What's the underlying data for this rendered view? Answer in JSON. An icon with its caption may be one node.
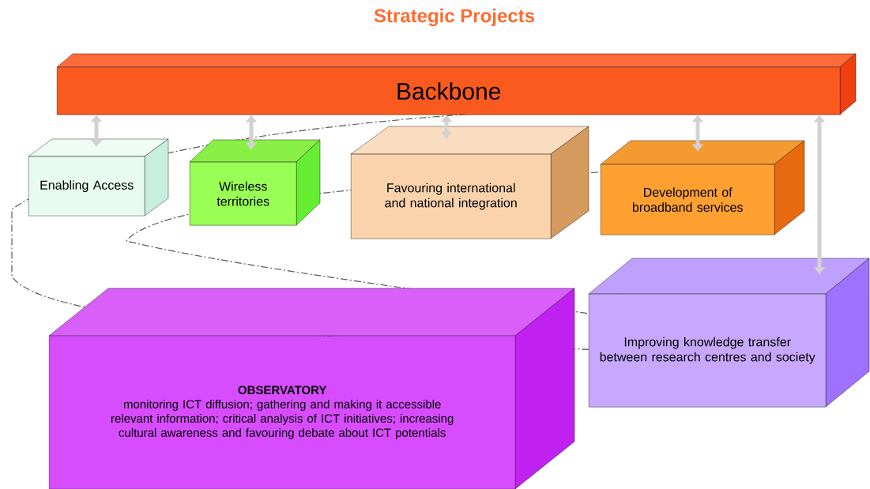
{
  "diagram": {
    "title": "Strategic Projects",
    "nodes": [
      {
        "text": [
          "Backbone"
        ]
      },
      {
        "text": [
          "Enabling Access"
        ]
      },
      {
        "text": [
          "Wireless territories"
        ]
      },
      {
        "text": [
          "Favouring international and national integration"
        ]
      },
      {
        "text": [
          "Development of broadband services"
        ]
      },
      {
        "text": [
          "Improving knowledge transfer between research centres and society"
        ]
      },
      {
        "text": [
          "OBSERVATORY",
          "monitoring ICT diffusion; gathering and making it accessible relevant information; critical analysis of ICT initiatives; increasing cultural awareness and favouring debate about ICT potentials"
        ]
      }
    ],
    "edges": [
      {
        "from": 0,
        "to": 1,
        "arrow": "both"
      },
      {
        "from": 0,
        "to": 2,
        "arrow": "both"
      },
      {
        "from": 0,
        "to": 3,
        "arrow": "both"
      },
      {
        "from": 0,
        "to": 4,
        "arrow": "both"
      },
      {
        "from": 0,
        "to": 5,
        "arrow": "both"
      }
    ]
  }
}
